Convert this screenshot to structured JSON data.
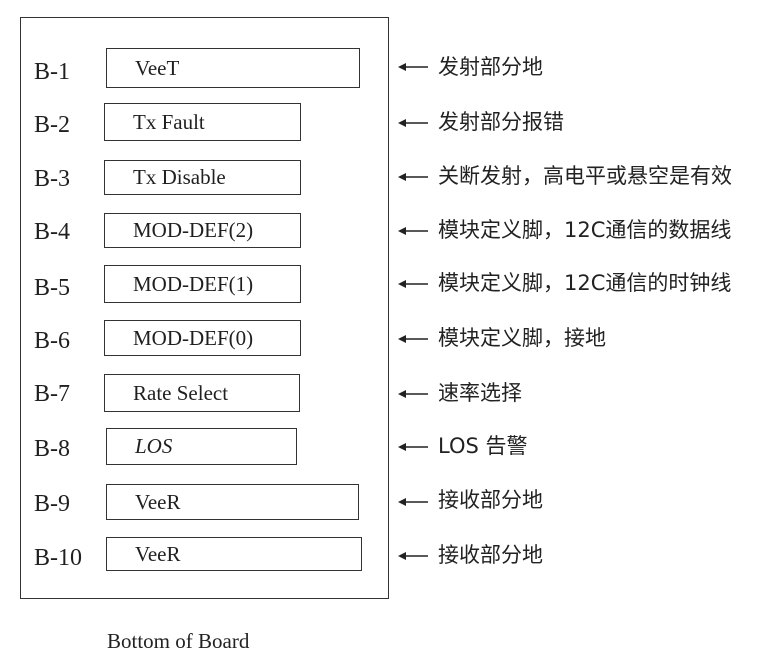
{
  "pins": [
    {
      "id": "B-1",
      "signal": "VeeT",
      "italic": false,
      "description": "发射部分地"
    },
    {
      "id": "B-2",
      "signal": "Tx Fault",
      "italic": false,
      "description": "发射部分报错"
    },
    {
      "id": "B-3",
      "signal": "Tx Disable",
      "italic": false,
      "description": "关断发射，高电平或悬空是有效"
    },
    {
      "id": "B-4",
      "signal": "MOD-DEF(2)",
      "italic": false,
      "description": "模块定义脚，12C通信的数据线"
    },
    {
      "id": "B-5",
      "signal": "MOD-DEF(1)",
      "italic": false,
      "description": "模块定义脚，12C通信的时钟线"
    },
    {
      "id": "B-6",
      "signal": "MOD-DEF(0)",
      "italic": false,
      "description": "模块定义脚，接地"
    },
    {
      "id": "B-7",
      "signal": "Rate Select",
      "italic": false,
      "description": "速率选择"
    },
    {
      "id": "B-8",
      "signal": "LOS",
      "italic": true,
      "description": "LOS 告警"
    },
    {
      "id": "B-9",
      "signal": "VeeR",
      "italic": false,
      "description": "接收部分地"
    },
    {
      "id": "B-10",
      "signal": "VeeR",
      "italic": false,
      "description": "接收部分地"
    }
  ],
  "footer_label": "Bottom of Board",
  "colors": {
    "stroke": "#333333",
    "text": "#1f1f1f",
    "background": "#ffffff"
  }
}
